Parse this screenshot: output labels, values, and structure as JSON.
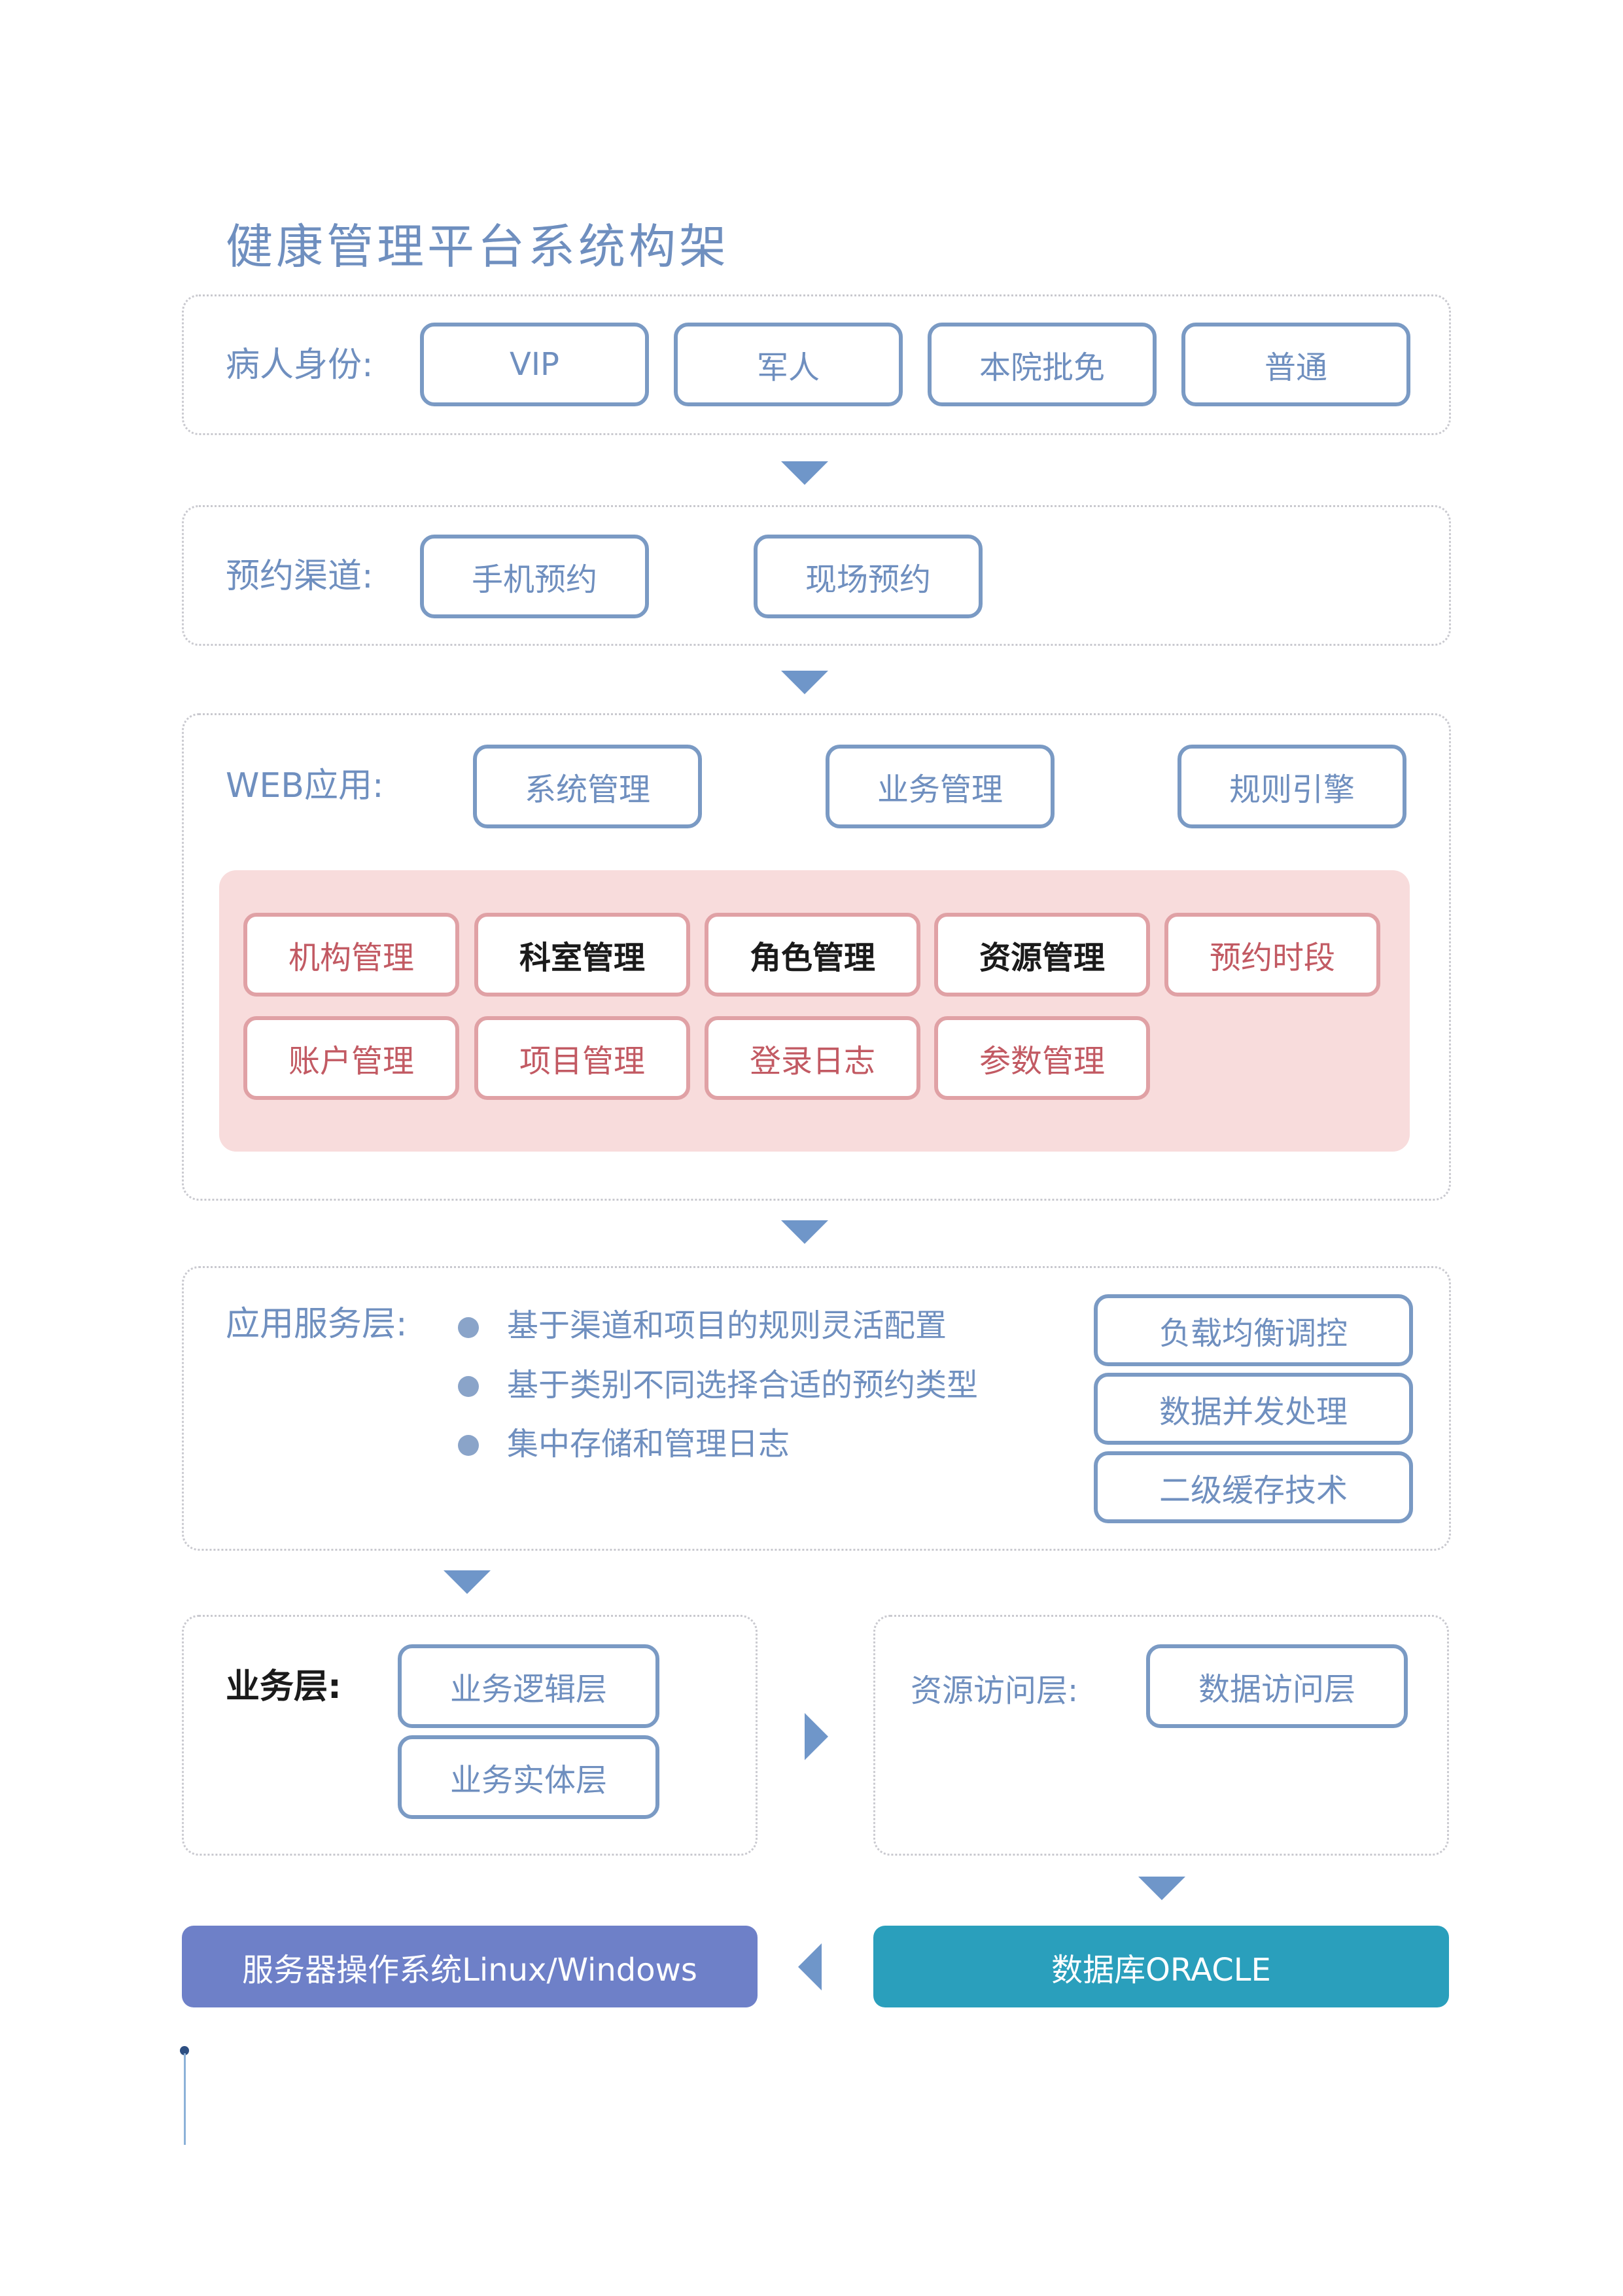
{
  "title": "健康管理平台系统构架",
  "patient": {
    "label": "病人身份:",
    "items": [
      "VIP",
      "军人",
      "本院批免",
      "普通"
    ]
  },
  "channel": {
    "label": "预约渠道:",
    "items": [
      "手机预约",
      "现场预约"
    ]
  },
  "web": {
    "label": "WEB应用:",
    "items": [
      "系统管理",
      "业务管理",
      "规则引擎"
    ],
    "modules_row1": [
      "机构管理",
      "科室管理",
      "角色管理",
      "资源管理",
      "预约时段"
    ],
    "modules_row2": [
      "账户管理",
      "项目管理",
      "登录日志",
      "参数管理"
    ]
  },
  "service": {
    "label": "应用服务层:",
    "bullets": [
      "基于渠道和项目的规则灵活配置",
      "基于类别不同选择合适的预约类型",
      "集中存储和管理日志"
    ],
    "items": [
      "负载均衡调控",
      "数据并发处理",
      "二级缓存技术"
    ]
  },
  "business": {
    "label": "业务层:",
    "items": [
      "业务逻辑层",
      "业务实体层"
    ]
  },
  "resource": {
    "label": "资源访问层:",
    "items": [
      "数据访问层"
    ]
  },
  "os": "服务器操作系统Linux/Windows",
  "db": "数据库ORACLE",
  "colors": {
    "accent": "#6f8fbf",
    "pink": "#f8dcdc",
    "os_bar": "#6e80c8",
    "db_bar": "#2a9fbc"
  }
}
